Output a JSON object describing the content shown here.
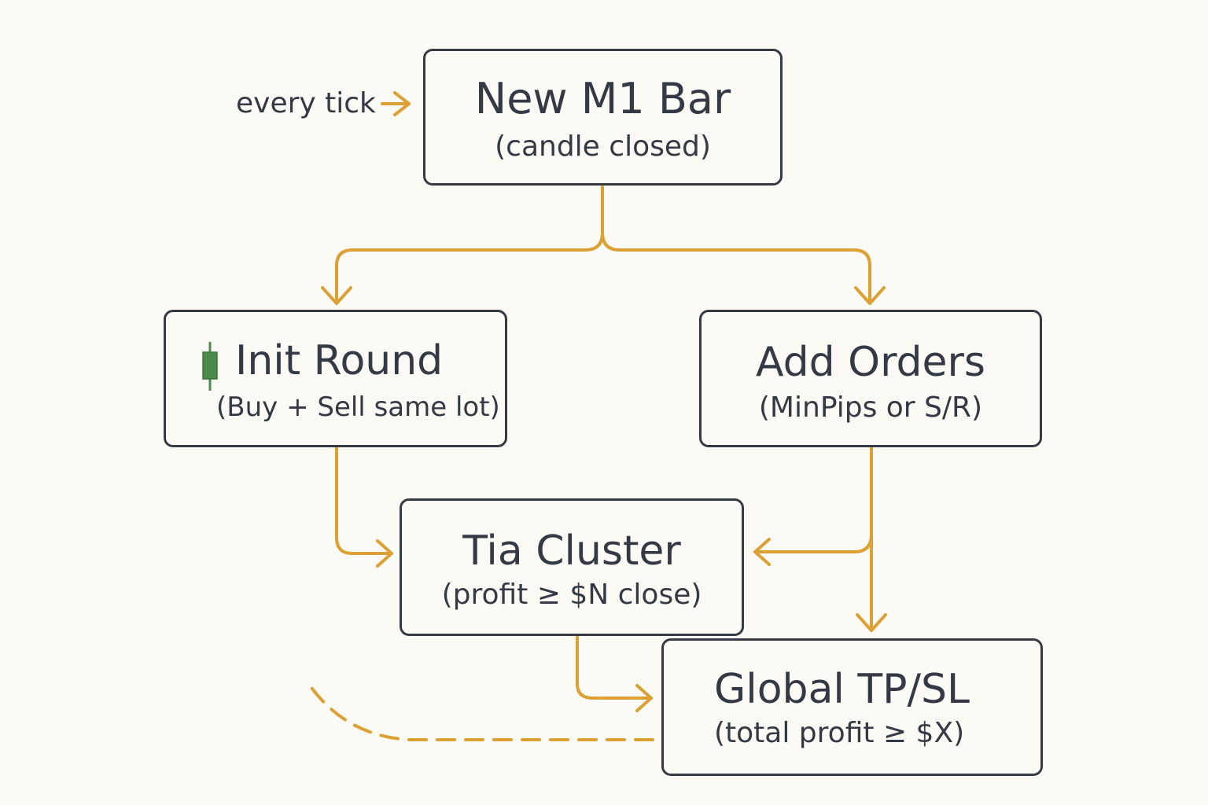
{
  "colors": {
    "connector": "#dca034",
    "border": "#353b45",
    "text": "#333945",
    "background": "#fbfaf4",
    "candle": "#4a8a4a"
  },
  "trigger": {
    "label": "every tick"
  },
  "nodes": {
    "new_bar": {
      "title": "New M1 Bar",
      "subtitle": "(candle closed)"
    },
    "init_round": {
      "title": "Init Round",
      "subtitle": "(Buy + Sell same lot)",
      "icon": "candlestick-icon"
    },
    "add_orders": {
      "title": "Add Orders",
      "subtitle": "(MinPips or S/R)"
    },
    "tia_cluster": {
      "title": "Tia Cluster",
      "subtitle": "(profit ≥ $N close)"
    },
    "global_tpsl": {
      "title": "Global TP/SL",
      "subtitle": "(total profit ≥ $X)"
    }
  },
  "edges": [
    {
      "from": "new_bar",
      "to": "init_round"
    },
    {
      "from": "new_bar",
      "to": "add_orders"
    },
    {
      "from": "init_round",
      "to": "tia_cluster"
    },
    {
      "from": "add_orders",
      "to": "tia_cluster"
    },
    {
      "from": "add_orders",
      "to": "global_tpsl"
    },
    {
      "from": "tia_cluster",
      "to": "global_tpsl"
    },
    {
      "from": "global_tpsl",
      "to": "",
      "style": "dashed"
    }
  ]
}
